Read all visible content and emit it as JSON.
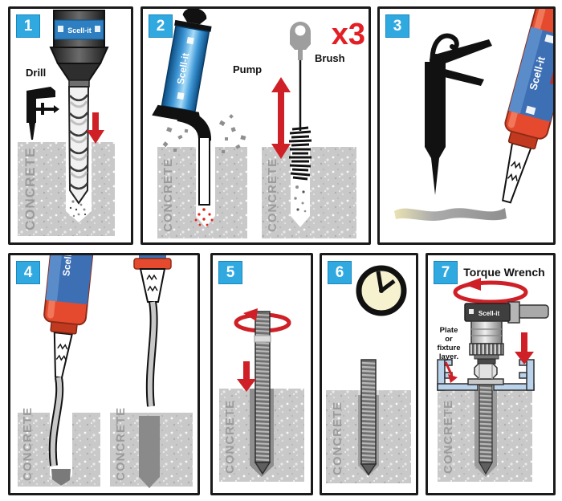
{
  "brand": "Scell-it",
  "badges": [
    "1",
    "2",
    "3",
    "4",
    "5",
    "6",
    "7"
  ],
  "labels": {
    "concrete": "CONCRETE",
    "drill": "Drill",
    "pump": "Pump",
    "brush": "Brush",
    "times3": "x3",
    "torque_wrench": "Torque Wrench",
    "plate_line1": "Plate",
    "plate_line2": "or",
    "plate_line3": "fixture",
    "plate_line4": "layer."
  },
  "colors": {
    "badge_blue": "#2FA9E0",
    "arrow_red": "#CE2026",
    "x3_red": "#E31E24",
    "concrete_gray": "#C9C9C9",
    "concrete_text_gray": "#9B9B9B",
    "pump_blue": "#3E97D6",
    "cartridge_red": "#E64A2E",
    "cartridge_label_blue": "#3D6FB4",
    "clock_face": "#F6F1CF",
    "plate_blue": "#BAD3EB",
    "resin_gray": "#8F8F8F"
  }
}
